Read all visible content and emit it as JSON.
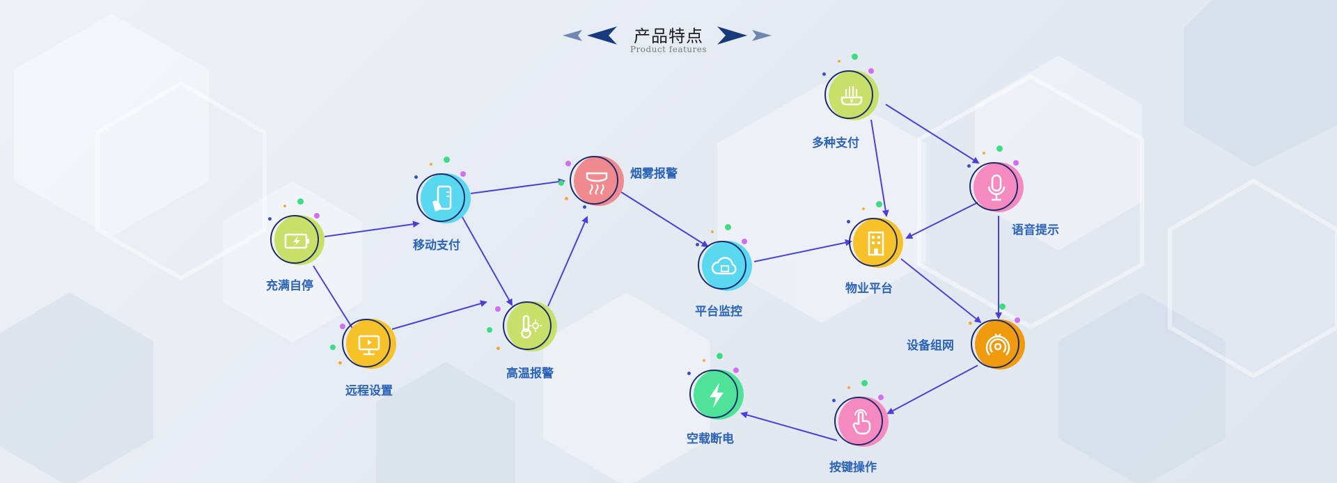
{
  "header": {
    "title": "产品特点",
    "subtitle": "Product features"
  },
  "colors": {
    "arrow": "#4a40d8",
    "label": "#2b63b6",
    "ring": "#1d2b6b",
    "title_arrow_dark": "#163a7a",
    "title_arrow_light": "#6e86b0"
  },
  "nodes": {
    "charge": {
      "label": "充满自停",
      "icon": "battery-icon",
      "color": "#c8e06a"
    },
    "mobile_pay": {
      "label": "移动支付",
      "icon": "phone-icon",
      "color": "#5ad8ef"
    },
    "remote": {
      "label": "远程设置",
      "icon": "monitor-icon",
      "color": "#f7c12a"
    },
    "high_temp": {
      "label": "高温报警",
      "icon": "thermometer-icon",
      "color": "#c8e06a"
    },
    "smoke": {
      "label": "烟雾报警",
      "icon": "smoke-detector-icon",
      "color": "#ef8a8e"
    },
    "platform_monitor": {
      "label": "平台监控",
      "icon": "cloud-icon",
      "color": "#5ad8ef"
    },
    "multi_pay": {
      "label": "多种支付",
      "icon": "payment-hand-icon",
      "color": "#c8e06a"
    },
    "property": {
      "label": "物业平台",
      "icon": "building-icon",
      "color": "#f7c12a"
    },
    "voice": {
      "label": "语音提示",
      "icon": "microphone-icon",
      "color": "#f58ac0"
    },
    "network": {
      "label": "设备组网",
      "icon": "signal-icon",
      "color": "#f09a10"
    },
    "button_op": {
      "label": "按键操作",
      "icon": "touch-icon",
      "color": "#f58ac0"
    },
    "no_load": {
      "label": "空载断电",
      "icon": "lightning-icon",
      "color": "#4fe39a"
    }
  }
}
